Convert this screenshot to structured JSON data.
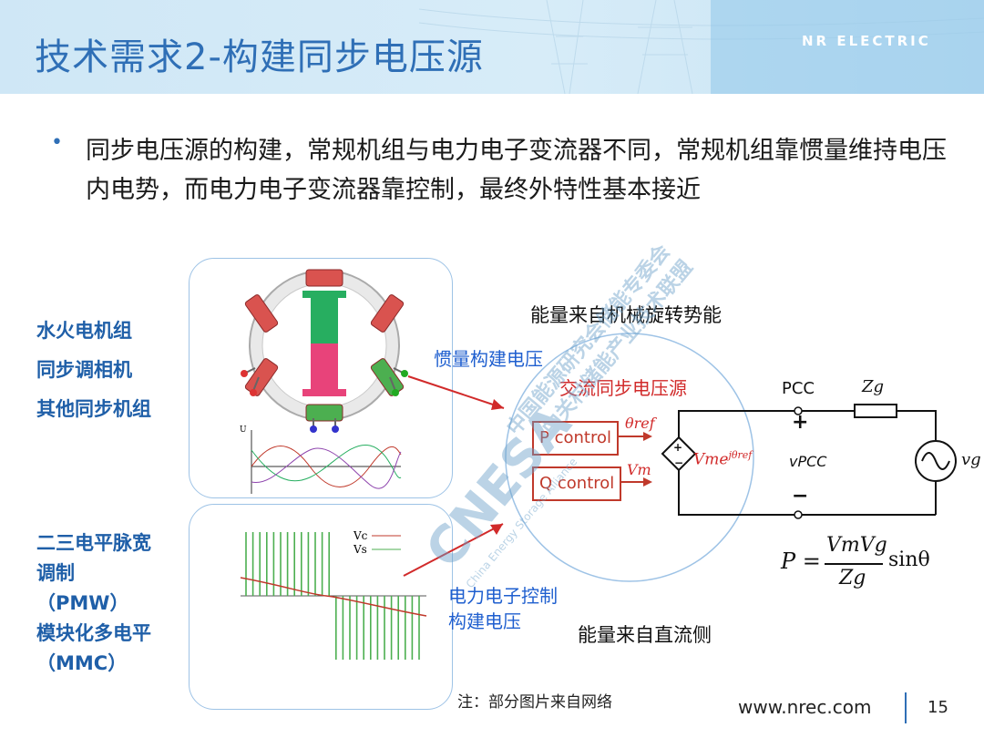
{
  "header": {
    "title": "技术需求2-构建同步电压源",
    "brand": "NR ELECTRIC"
  },
  "bullet": {
    "marker": "•",
    "text": "同步电压源的构建，常规机组与电力电子变流器不同，常规机组靠惯量维持电压内电势，而电力电子变流器靠控制，最终外特性基本接近"
  },
  "left_labels_top": [
    "水火电机组",
    "同步调相机",
    "其他同步机组"
  ],
  "left_labels_bottom": [
    "二三电平脉宽",
    "调制",
    "（PMW）",
    "模块化多电平",
    "（MMC）"
  ],
  "diagram": {
    "energy_mech": "能量来自机械旋转势能",
    "inertia_label": "惯量构建电压",
    "ac_source": "交流同步电压源",
    "p_control": "P control",
    "q_control": "Q control",
    "theta_ref": "θref",
    "vm": "Vm",
    "source_expr": "Vme",
    "source_exp": "jθref",
    "pcc": "PCC",
    "zg": "Zg",
    "vpcc": "vPCC",
    "vg": "vg",
    "plus": "+",
    "minus": "−",
    "pe_control_1": "电力电子控制",
    "pe_control_2": "构建电压",
    "energy_dc": "能量来自直流侧",
    "wave_u": "U",
    "legend_vc": "Vc",
    "legend_vs": "Vs"
  },
  "formula": {
    "lhs": "P =",
    "num": "VmVg",
    "den": "Zg",
    "rhs": "sinθ"
  },
  "watermark": {
    "logo": "CNESA",
    "en": "China Energy Storage Alliance",
    "cn1": "中国能源研究会储能专委会",
    "cn2": "中关村储能产业技术联盟"
  },
  "footer": {
    "note": "注：部分图片来自网络",
    "url": "www.nrec.com",
    "page": "15"
  },
  "colors": {
    "title_blue": "#2f6fb6",
    "label_blue": "#1f5fa8",
    "accent_red": "#c0392b"
  }
}
